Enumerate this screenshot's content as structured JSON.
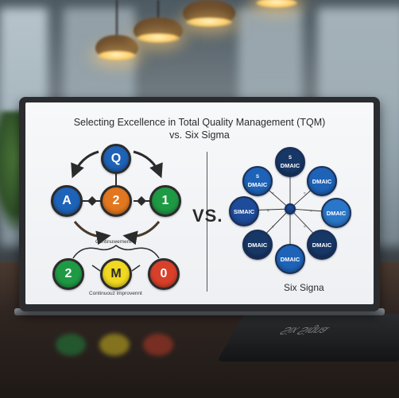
{
  "slide": {
    "title_line1": "Selecting Excellence in Total Quality Management (TQM)",
    "title_line2": "vs. Six Sigma",
    "vs_text": "VS."
  },
  "tqm": {
    "node_top": "Q",
    "node_left": "A",
    "node_center": "2",
    "node_right": "1",
    "node_bottom_left": "2",
    "node_bottom_mid": "M",
    "node_bottom_right": "0",
    "label_cycle": "Continuwement",
    "label_bottom": "Continuouz improvennt"
  },
  "six_sigma": {
    "nodes": [
      {
        "sub": "S",
        "label": "DMAIC"
      },
      {
        "sub": "",
        "label": "DMAIC"
      },
      {
        "sub": "",
        "label": "DMAIC"
      },
      {
        "sub": "",
        "label": "DMAIC"
      },
      {
        "sub": "",
        "label": "DMAIC"
      },
      {
        "sub": "",
        "label": "DMAIC"
      },
      {
        "sub": "",
        "label": "SIMAIC"
      },
      {
        "sub": "S",
        "label": "DMAIC"
      }
    ],
    "label": "Six Signa"
  },
  "reflection_text": "Six Signa",
  "colors": {
    "blue": "#1e63b8",
    "orange": "#e2771f",
    "green": "#1f9a44",
    "yellow": "#f1d821",
    "red": "#d9402a",
    "navy": "#173766"
  }
}
